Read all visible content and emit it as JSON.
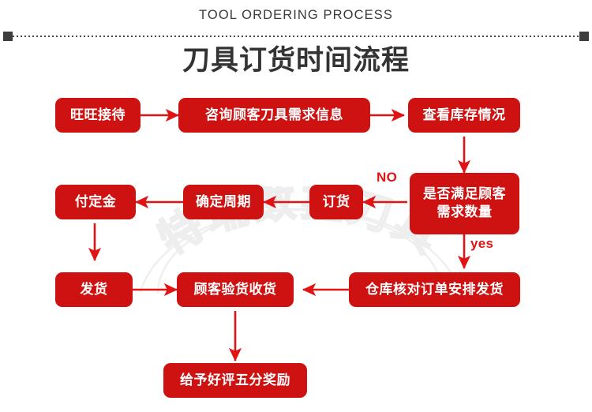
{
  "header": {
    "eyebrow": "TOOL ORDERING PROCESS",
    "title": "刀具订货时间流程"
  },
  "watermark": {
    "text": "特瑞数控刀具"
  },
  "colors": {
    "node_red": "#CE1212",
    "arrow_red": "#E01414",
    "title_gray": "#333333",
    "divider_dark": "#3d3d3d",
    "background": "#ffffff"
  },
  "flow": {
    "nodes": [
      {
        "id": "n1",
        "label": "旺旺接待"
      },
      {
        "id": "n2",
        "label": "咨询顾客刀具需求信息"
      },
      {
        "id": "n3",
        "label": "查看库存情况"
      },
      {
        "id": "n4",
        "label": "是否满足顾客\n需求数量"
      },
      {
        "id": "n5",
        "label": "订货"
      },
      {
        "id": "n6",
        "label": "确定周期"
      },
      {
        "id": "n7",
        "label": "付定金"
      },
      {
        "id": "n8",
        "label": "发货"
      },
      {
        "id": "n9",
        "label": "顾客验货收货"
      },
      {
        "id": "n10",
        "label": "仓库核对订单安排发货"
      },
      {
        "id": "n11",
        "label": "给予好评五分奖励"
      }
    ],
    "edge_labels": [
      {
        "id": "e-no",
        "label": "NO"
      },
      {
        "id": "e-yes",
        "label": "yes"
      }
    ]
  }
}
